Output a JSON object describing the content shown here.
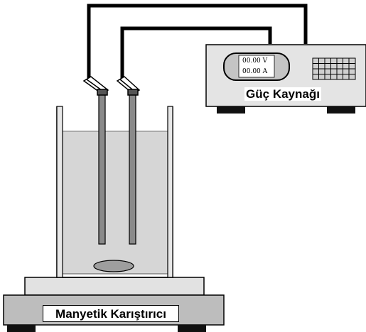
{
  "power_supply": {
    "label": "Güç Kaynağı",
    "voltage_reading": "00.00 V",
    "current_reading": "00.00 A"
  },
  "stirrer": {
    "label": "Manyetik Karıştırıcı"
  },
  "colors": {
    "line": "#000000",
    "device_fill": "#e4e4e4",
    "stirrer_base": "#bdbdbd",
    "stirrer_top": "#e2e2e2",
    "solution": "#d6d6d6",
    "electrode": "#8a8a8a",
    "stir_bar": "#9e9e9e"
  }
}
